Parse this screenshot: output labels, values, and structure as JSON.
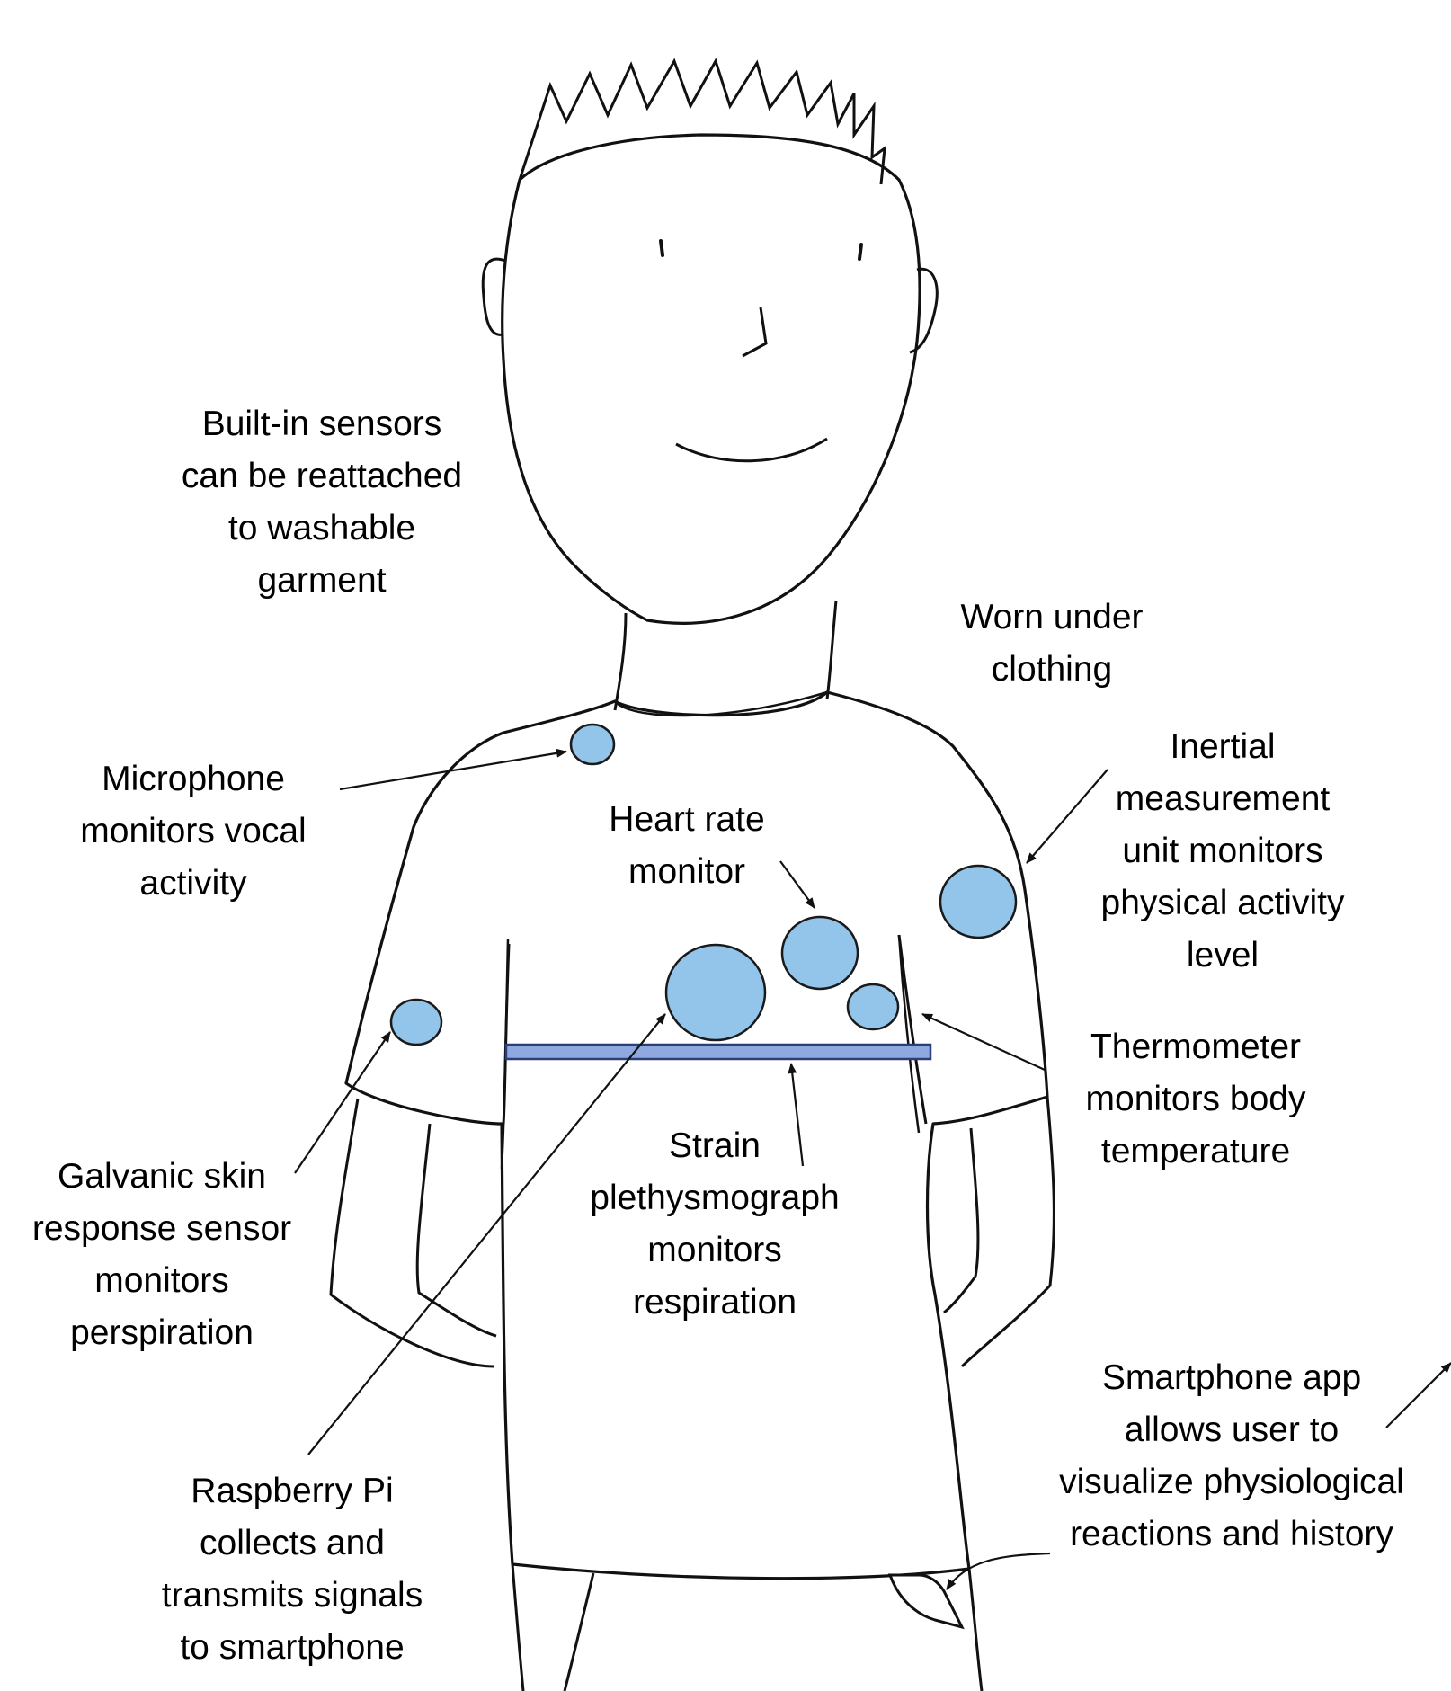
{
  "colors": {
    "ink": "#111111",
    "sensor_fill": "#93c5ea",
    "sensor_stroke": "#1a1a1a",
    "strap_fill": "#8fa8e0",
    "strap_stroke": "#2a3f7a"
  },
  "labels": {
    "built_in": [
      "Built-in sensors",
      "can be reattached",
      "to washable",
      "garment"
    ],
    "worn_under": [
      "Worn under",
      "clothing"
    ],
    "microphone": [
      "Microphone",
      "monitors vocal",
      "activity"
    ],
    "heart_rate": [
      "Heart rate",
      "monitor"
    ],
    "inertial": [
      "Inertial",
      "measurement",
      "unit monitors",
      "physical activity",
      "level"
    ],
    "thermometer": [
      "Thermometer",
      "monitors body",
      "temperature"
    ],
    "galvanic": [
      "Galvanic skin",
      "response sensor",
      "monitors",
      "perspiration"
    ],
    "strain": [
      "Strain",
      "plethysmograph",
      "monitors",
      "respiration"
    ],
    "smartphone": [
      "Smartphone app",
      "allows user to",
      "visualize physiological",
      "reactions and history"
    ],
    "raspberry": [
      "Raspberry Pi",
      "collects and",
      "transmits signals",
      "to smartphone"
    ]
  }
}
